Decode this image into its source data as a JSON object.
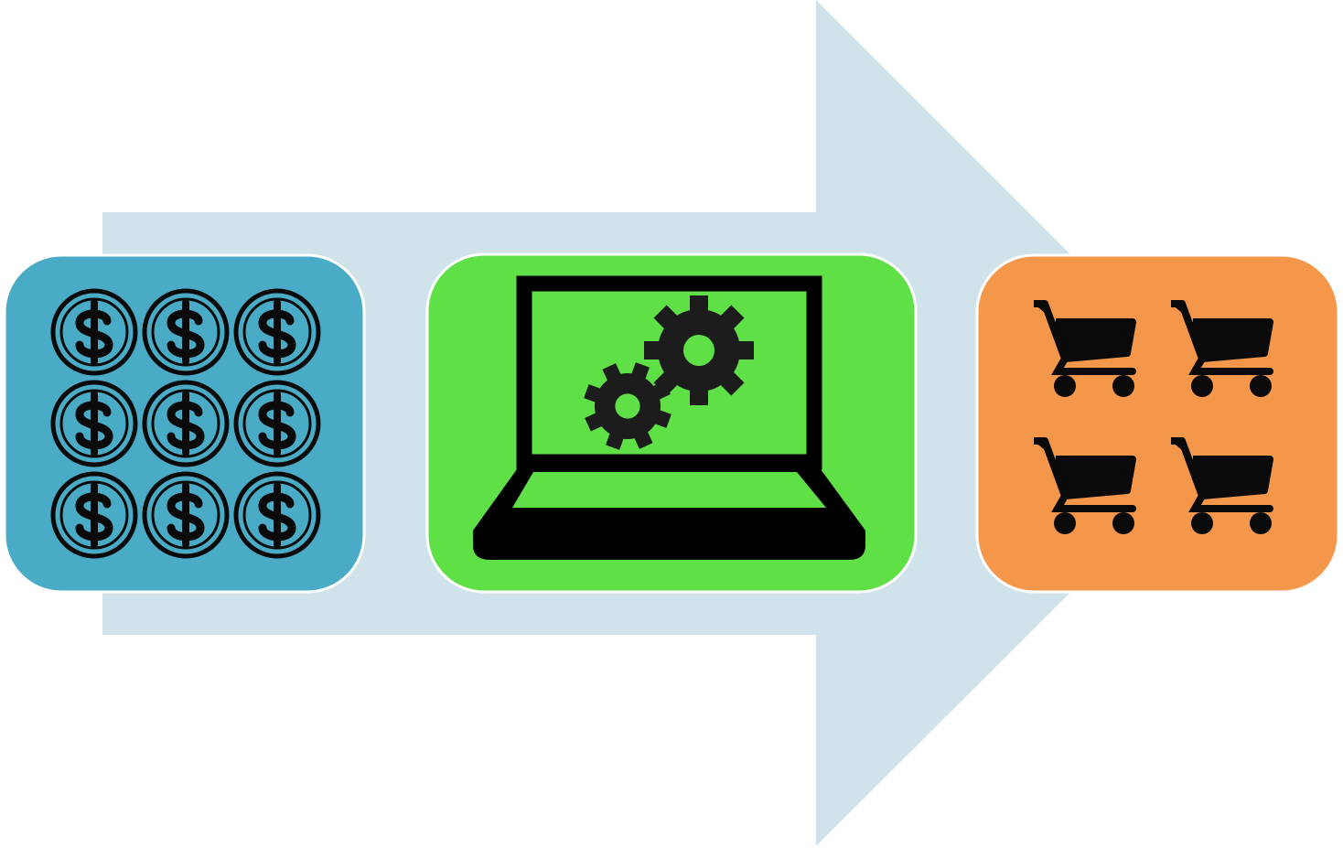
{
  "diagram": {
    "flow": [
      "money",
      "processing",
      "purchases"
    ],
    "colors": {
      "arrow": "#d0e3ea",
      "money_box": "#4aabc6",
      "processing_box": "#5fe046",
      "purchases_box": "#f5974a",
      "icon": "#0a0a0a",
      "gear": "#1c1c1c"
    },
    "stages": [
      {
        "id": "money",
        "icon": "dollar-coin-icon",
        "count": 9
      },
      {
        "id": "processing",
        "icon": "laptop-gears-icon",
        "count": 1
      },
      {
        "id": "purchases",
        "icon": "shopping-cart-icon",
        "count": 4
      }
    ]
  }
}
